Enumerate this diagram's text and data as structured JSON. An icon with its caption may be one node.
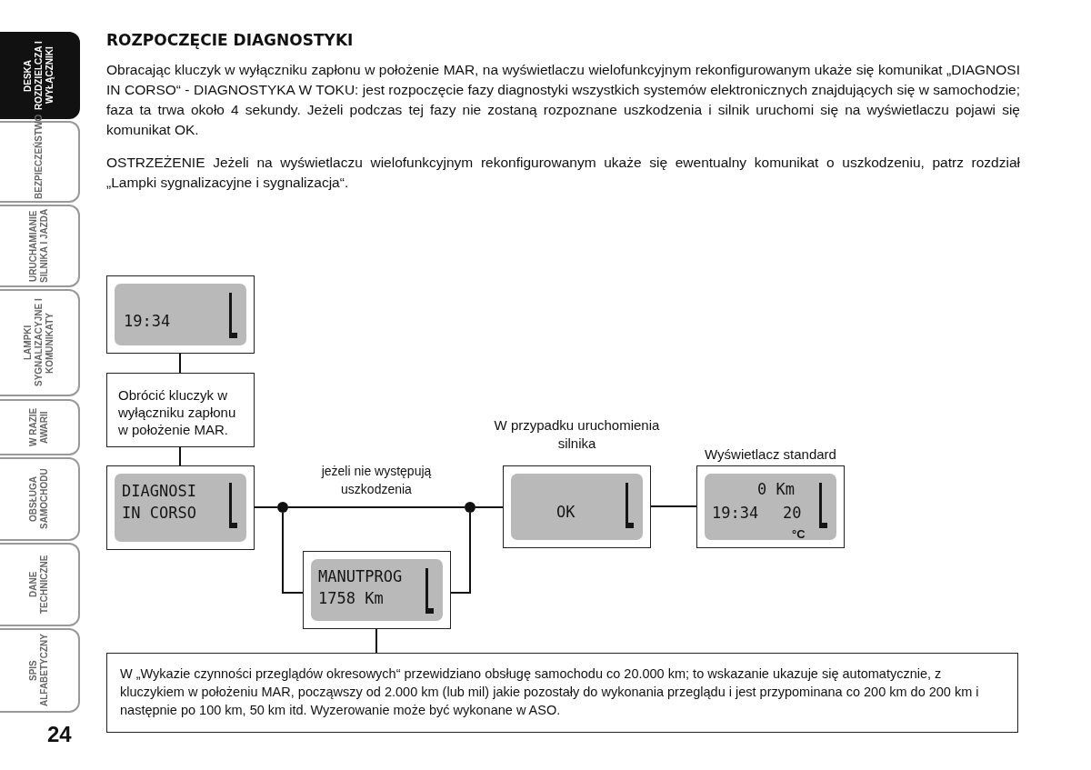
{
  "diagram": {
    "title": "ROZPOCZĘCIE DIAGNOSTYKI",
    "nodes": [
      {
        "text": [
          "19:34"
        ]
      },
      {
        "text": [
          "Obrócić kluczyk w wyłączniku zapłonu w położenie MAR."
        ]
      },
      {
        "text": [
          "DIAGNOSI",
          "IN CORSO"
        ]
      },
      {
        "text": [],
        "shape": "circle"
      },
      {
        "text": [],
        "shape": "circle"
      },
      {
        "text": [
          "MANUTPROG",
          "1758 Km"
        ]
      },
      {
        "text": [
          "OK"
        ],
        "beside": [
          "W przypadku uruchomienia silnika"
        ]
      },
      {
        "text": [
          "0 Km",
          "19:34",
          "20",
          "°C"
        ],
        "beside": [
          "Wyświetlacz standard"
        ]
      },
      {
        "text": [
          "W „Wykazie czynności przeglądów okresowych“ przewidziano obsługę samochodu co 20.000 km; to wskazanie ukazuje się automatycznie, z kluczykiem w położeniu MAR, począwszy od 2.000 km (lub mil) jakie pozostały do wykonania przeglądu i jest przypominana co 200 km do 200 km i następnie po 100 km, 50 km itd. Wyzerowanie może być wykonane w ASO."
        ]
      }
    ],
    "edges": [
      {
        "from": 0,
        "to": 1,
        "arrow": "none"
      },
      {
        "from": 1,
        "to": 2,
        "arrow": "none"
      },
      {
        "from": 2,
        "to": 3,
        "arrow": "none"
      },
      {
        "from": 3,
        "to": 4,
        "arrow": "none",
        "label": "jeżeli nie występują uszkodzenia"
      },
      {
        "from": 3,
        "to": 5,
        "arrow": "none"
      },
      {
        "from": 5,
        "to": 4,
        "arrow": "none"
      },
      {
        "from": 4,
        "to": 6,
        "arrow": "none"
      },
      {
        "from": 6,
        "to": 7,
        "arrow": "none"
      },
      {
        "from": 5,
        "to": 8,
        "arrow": "none"
      }
    ],
    "labels": [
      "DESKA ROZDZIELCZA I WYŁĄCZNIKI",
      "BEZPIECZEŃSTWO",
      "URUCHAMIANIE SILNIKA I JAZDA",
      "LAMPKI SYGNALIZACYJNE I KOMUNIKATY",
      "W RAZIE AWARII",
      "OBSŁUGA SAMOCHODU",
      "DANE TECHNICZNE",
      "SPIS ALFABETYCZNY",
      "24",
      "Obracając kluczyk w wyłączniku zapłonu w położenie MAR, na wyświetlaczu wielofunkcyjnym rekonfigurowanym ukaże się komunikat „DIAGNOSI IN CORSO“ - DIAGNOSTYKA W TOKU: jest rozpoczęcie fazy diagnostyki wszystkich systemów elektronicznych znajdujących się w samochodzie; faza ta trwa około 4 sekundy. Jeżeli podczas tej fazy nie zostaną rozpoznane uszkodzenia i silnik uruchomi się na wyświetlaczu pojawi się komunikat OK.",
      "OSTRZEŻENIE Jeżeli na wyświetlaczu wielofunkcyjnym rekonfigurowanym ukaże się ewentualny komunikat o uszkodzeniu, patrz rozdział „Lampki sygnalizacyjne i sygnalizacja“."
    ]
  }
}
